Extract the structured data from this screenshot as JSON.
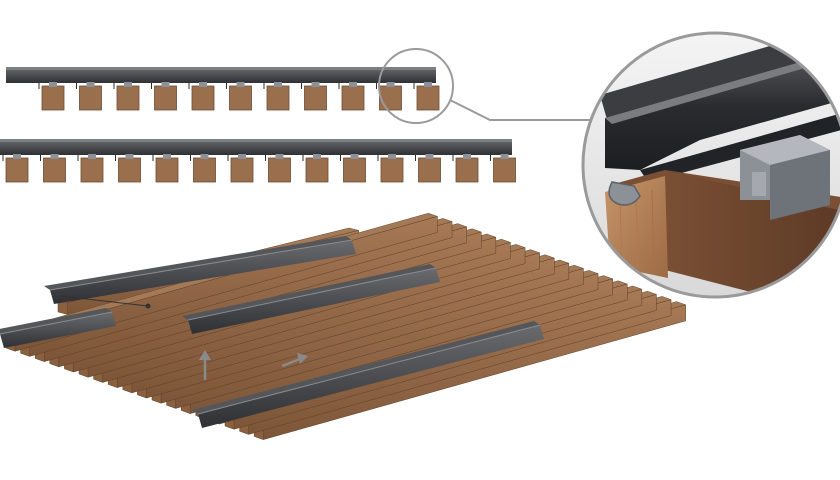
{
  "diagram": {
    "components": [
      "black-aluminum-carrier-rail",
      "wood-slat",
      "rail-clip"
    ],
    "side_views": [
      {
        "slat_count": 11
      },
      {
        "slat_count": 14
      }
    ],
    "iso_assembly": {
      "front_panel_slat_count": 18,
      "back_panel_slat_count": 13,
      "rail_count": 4,
      "arrows": [
        "up-arrow",
        "right-arrow"
      ]
    },
    "detail_view": {
      "callout": "magnified-clip-detail"
    },
    "colors": {
      "rail": "#4a4b4e",
      "rail_shadow": "#2b2c2e",
      "wood": "#9a6f4e",
      "wood_dark": "#6e4c33",
      "wood_light": "#b58964",
      "clip": "#8c9097",
      "circle_outline": "#9a9a9a",
      "arrow": "#8a8a8a"
    }
  }
}
